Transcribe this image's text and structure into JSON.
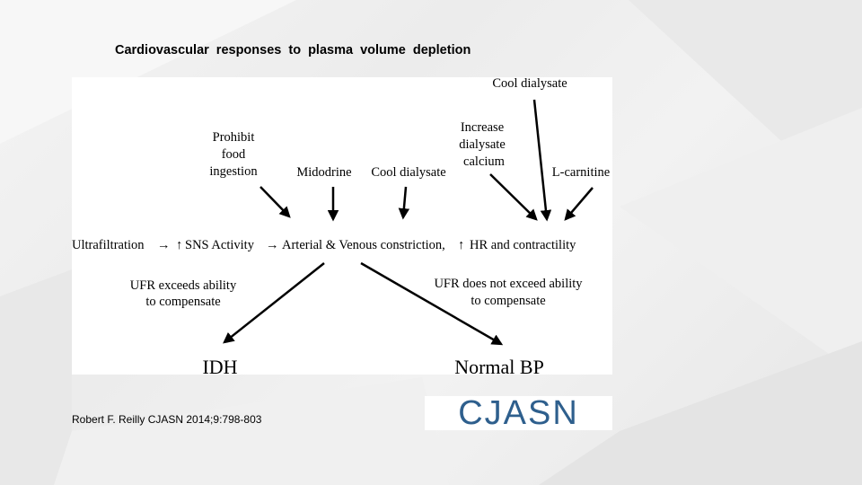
{
  "slide": {
    "title": "Cardiovascular  responses  to plasma  volume  depletion",
    "citation": "Robert F. Reilly CJASN 2014;9:798-803",
    "logo_text": "CJASN",
    "logo_color": "#2e5f8d"
  },
  "diagram": {
    "interventions": {
      "prohibit_food": [
        "Prohibit",
        "food",
        "ingestion"
      ],
      "midodrine": "Midodrine",
      "cool_dialysate_mid": "Cool dialysate",
      "cool_dialysate_top": "Cool dialysate",
      "increase_calcium": [
        "Increase",
        "dialysate",
        "calcium"
      ],
      "l_carnitine": "L-carnitine"
    },
    "main_chain": {
      "ultrafiltration": "Ultrafiltration",
      "sns": "SNS Activity",
      "constriction": "Arterial & Venous constriction,",
      "hr": "HR and contractility"
    },
    "branches": {
      "left_condition": [
        "UFR exceeds ability",
        "to compensate"
      ],
      "right_condition": [
        "UFR does not exceed ability",
        "to compensate"
      ],
      "left_outcome": "IDH",
      "right_outcome": "Normal BP"
    }
  }
}
